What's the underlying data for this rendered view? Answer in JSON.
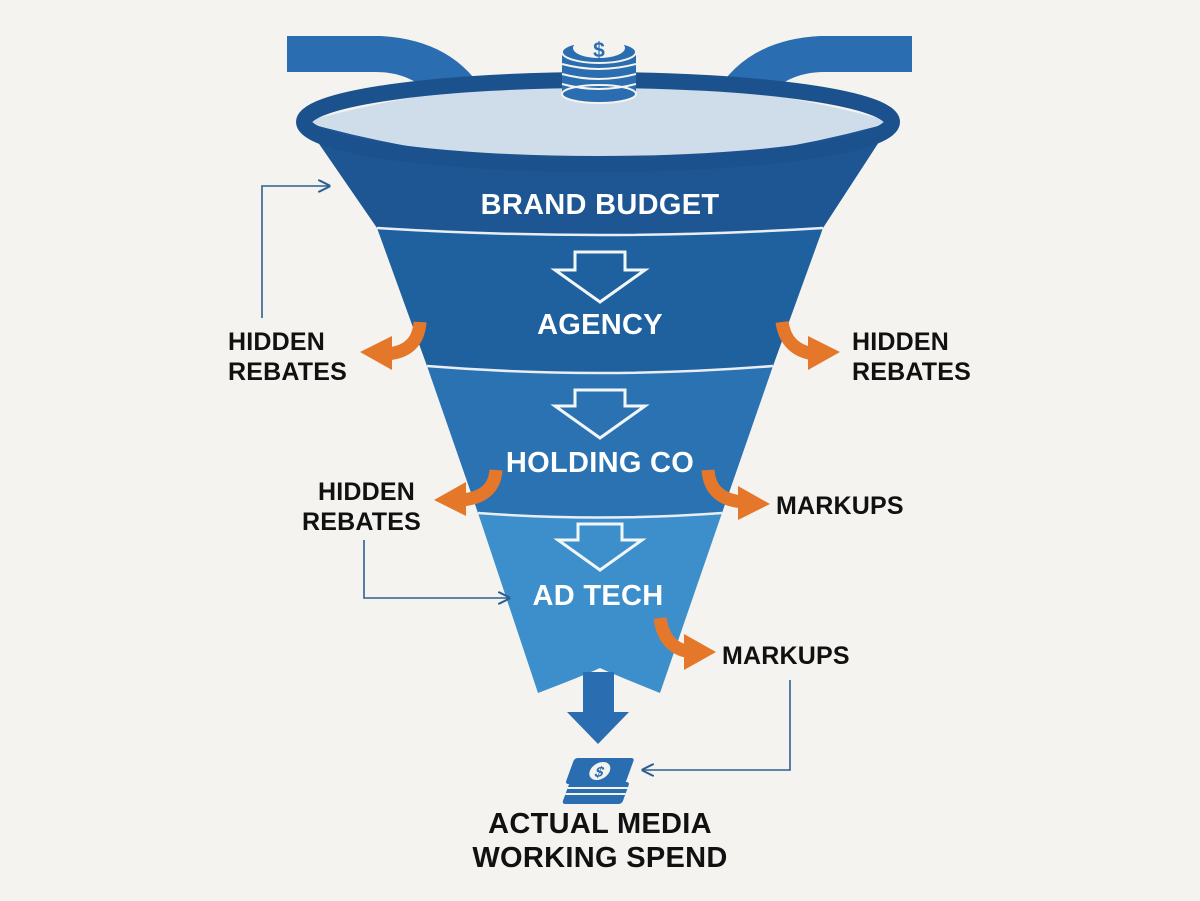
{
  "tiers": [
    {
      "label": "BRAND BUDGET"
    },
    {
      "label": "AGENCY"
    },
    {
      "label": "HOLDING CO"
    },
    {
      "label": "AD TECH"
    }
  ],
  "leaks": {
    "agency_left": {
      "line1": "HIDDEN",
      "line2": "REBATES"
    },
    "agency_right": {
      "line1": "HIDDEN",
      "line2": "REBATES"
    },
    "holding_left": {
      "line1": "HIDDEN",
      "line2": "REBATES"
    },
    "holding_right": {
      "line1": "MARKUPS"
    },
    "adtech_right": {
      "line1": "MARKUPS"
    }
  },
  "outcome": {
    "line1": "ACTUAL MEDIA",
    "line2": "WORKING SPEND"
  },
  "icons": {
    "top": "coin-stack-icon",
    "bottom": "cash-bills-icon"
  },
  "colors": {
    "tier1": "#1d5692",
    "tier2": "#1f609f",
    "tier3": "#2a72b2",
    "tier4": "#3d8fcb",
    "rim": "#1b528d",
    "rim_inner": "#cfdcea",
    "arrow_blue": "#2a6db0",
    "leak_orange": "#e5772b",
    "connector": "#2c5f91",
    "text_dark": "#111111",
    "background": "#f4f3ef"
  }
}
